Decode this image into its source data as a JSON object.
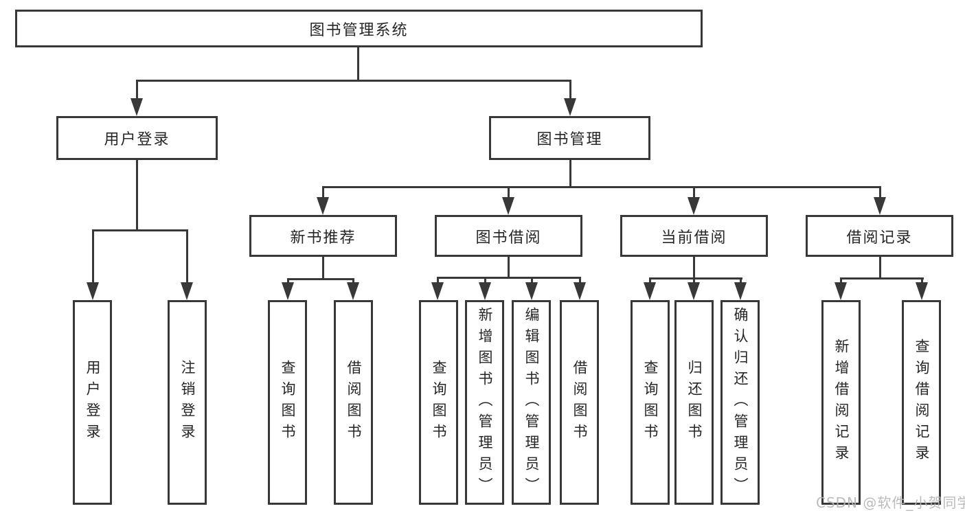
{
  "diagram_type": "tree",
  "tree": {
    "label": "图书管理系统",
    "children": [
      {
        "label": "用户登录",
        "children": [
          {
            "label": "用户登录"
          },
          {
            "label": "注销登录"
          }
        ]
      },
      {
        "label": "图书管理",
        "children": [
          {
            "label": "新书推荐",
            "children": [
              {
                "label": "查询图书"
              },
              {
                "label": "借阅图书"
              }
            ]
          },
          {
            "label": "图书借阅",
            "children": [
              {
                "label": "查询图书"
              },
              {
                "label": "新增图书（管理员）"
              },
              {
                "label": "编辑图书（管理员）"
              },
              {
                "label": "借阅图书"
              }
            ]
          },
          {
            "label": "当前借阅",
            "children": [
              {
                "label": "查询图书"
              },
              {
                "label": "归还图书"
              },
              {
                "label": "确认归还（管理员）"
              }
            ]
          },
          {
            "label": "借阅记录",
            "children": [
              {
                "label": "新增借阅记录"
              },
              {
                "label": "查询借阅记录"
              }
            ]
          }
        ]
      }
    ]
  },
  "watermark": {
    "text": "CSDN @软件_小贺同学"
  },
  "colors": {
    "line": "#383838",
    "text": "#262626",
    "watermark": "#b5b5b5",
    "background": "#ffffff"
  }
}
